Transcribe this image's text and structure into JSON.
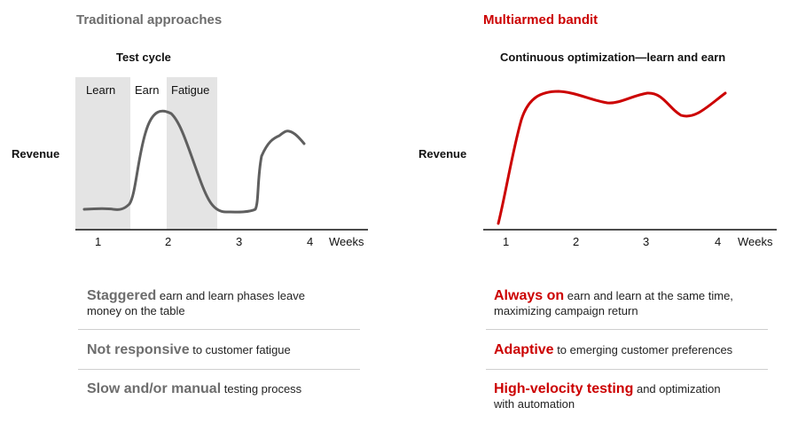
{
  "colors": {
    "gray": "#6d6d6d",
    "red": "#cc0000",
    "shade": "#e4e4e4",
    "line_gray": "#5f5f5f"
  },
  "left": {
    "title": "Traditional  approaches",
    "subtitle": "Test cycle",
    "ylabel": "Revenue",
    "phases": [
      "Learn",
      "Earn",
      "Fatigue"
    ],
    "ticks": [
      "1",
      "2",
      "3",
      "4"
    ],
    "xunit": "Weeks",
    "bullets": [
      {
        "highlight": "Staggered",
        "rest_line1": " earn and learn phases leave",
        "rest_line2": "money on the table"
      },
      {
        "highlight": "Not responsive",
        "rest_line1": " to customer fatigue"
      },
      {
        "highlight": "Slow and/or manual",
        "rest_line1": " testing process"
      }
    ]
  },
  "right": {
    "title": "Multiarmed bandit",
    "subtitle": "Continuous optimization—learn and earn",
    "ylabel": "Revenue",
    "ticks": [
      "1",
      "2",
      "3",
      "4"
    ],
    "xunit": "Weeks",
    "bullets": [
      {
        "highlight": "Always on",
        "rest_line1": " earn and learn at the same time,",
        "rest_line2": "maximizing campaign return"
      },
      {
        "highlight": "Adaptive",
        "rest_line1": " to emerging customer preferences"
      },
      {
        "highlight": "High-velocity testing",
        "rest_line1": " and optimization",
        "rest_line2": "with automation"
      }
    ]
  }
}
